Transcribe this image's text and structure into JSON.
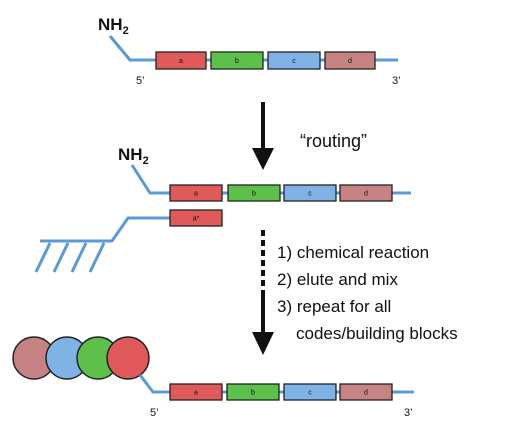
{
  "colors": {
    "strand": "#5B9BD5",
    "arrow": "#111111",
    "box_a": "#E05A5A",
    "box_b": "#5CC04A",
    "box_c": "#7FB2E5",
    "box_d": "#C78384",
    "box_a_star": "#E05A5A",
    "bead_1": "#C78384",
    "bead_2": "#7FB2E5",
    "bead_3": "#5CC04A",
    "bead_4": "#E05A5A"
  },
  "top_strand": {
    "amine": {
      "base": "NH",
      "sub": "2"
    },
    "five_prime": "5’",
    "three_prime": "3’",
    "codes": [
      "a",
      "b",
      "c",
      "d"
    ]
  },
  "middle_strand": {
    "amine": {
      "base": "NH",
      "sub": "2"
    },
    "codes": [
      "a",
      "b",
      "c",
      "d"
    ],
    "complement_code": "a*"
  },
  "routing_label": "“routing”",
  "steps": [
    "1) chemical reaction",
    "2) elute and mix",
    "3) repeat for all",
    "codes/building blocks"
  ],
  "bottom_strand": {
    "five_prime": "5’",
    "three_prime": "3’",
    "codes": [
      "a",
      "b",
      "c",
      "d"
    ]
  }
}
